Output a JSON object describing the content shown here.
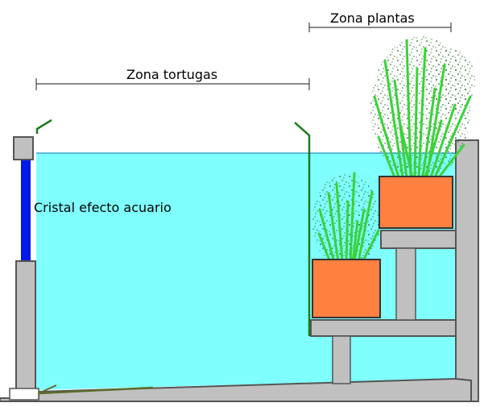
{
  "labels": {
    "zona_plantas": "Zona plantas",
    "zona_tortugas": "Zona tortugas",
    "cristal": "Cristal efecto acuario"
  },
  "colors": {
    "water": "#80ffff",
    "waterline": "#3aa0c8",
    "wall": "#c0c0c0",
    "wall_stroke": "#555555",
    "glass": "#0018e8",
    "pot": "#ff8040",
    "plant_dark": "#1f6b1f",
    "plant_light": "#3ad23a",
    "ramp": "#5b6b2b"
  }
}
